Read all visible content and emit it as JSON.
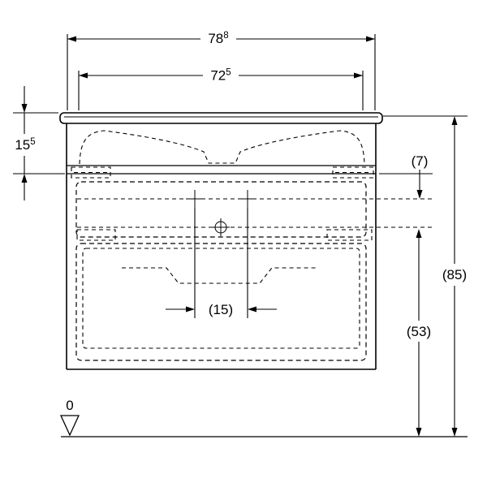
{
  "colors": {
    "background": "#ffffff",
    "line": "#000000"
  },
  "labels": {
    "total_width": {
      "value": "78",
      "sup": "8"
    },
    "basin_width": {
      "value": "72",
      "sup": "5"
    },
    "apron_height": {
      "value": "15",
      "sup": "5"
    },
    "basin_to_connection_gap": "(7)",
    "overall_height": "(85)",
    "connection_height": "(53)",
    "connection_spacing": "(15)",
    "floor_datum": "0"
  }
}
